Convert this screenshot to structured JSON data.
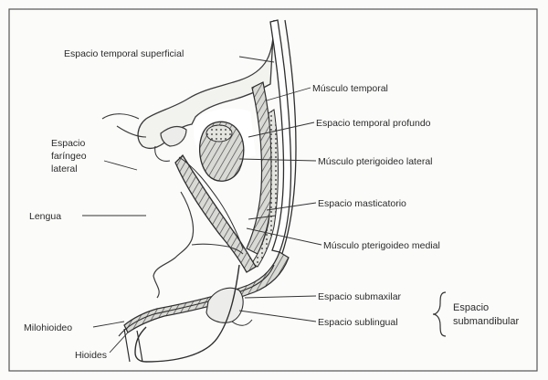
{
  "labels": {
    "espacio_temporal_superficial": "Espacio temporal superficial",
    "musculo_temporal": "Músculo temporal",
    "espacio_temporal_profundo": "Espacio temporal profundo",
    "espacio_faringeo_1": "Espacio",
    "espacio_faringeo_2": "faríngeo",
    "espacio_faringeo_3": "lateral",
    "musculo_pterigoideo_lateral": "Músculo pterigoideo lateral",
    "lengua": "Lengua",
    "espacio_masticatorio": "Espacio masticatorio",
    "musculo_pterigoideo_medial": "Músculo pterigoideo medial",
    "espacio_submaxilar": "Espacio submaxilar",
    "espacio_sublingual": "Espacio sublingual",
    "espacio_submandibular_1": "Espacio",
    "espacio_submandibular_2": "submandibular",
    "milohioideo": "Milohioideo",
    "hioides": "Hioides"
  },
  "colors": {
    "ink": "#2a2a2a",
    "frame": "#555555",
    "background": "#fbfbfa"
  }
}
